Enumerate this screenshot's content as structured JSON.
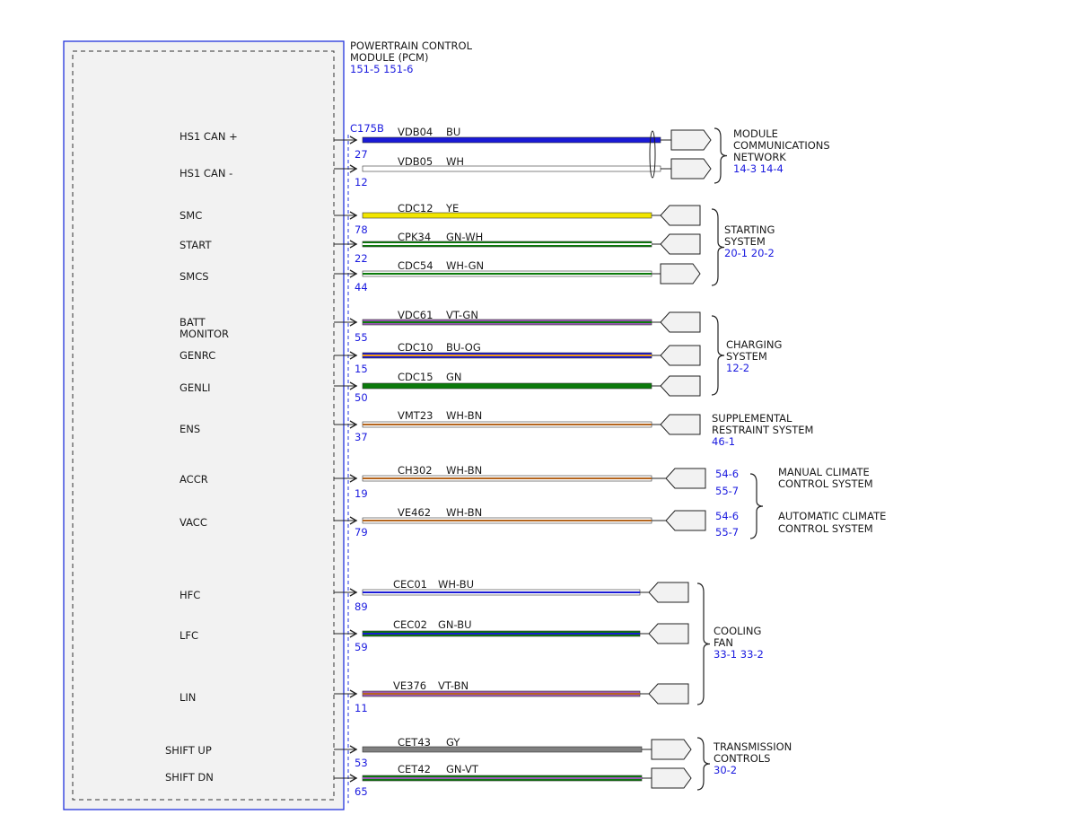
{
  "module": {
    "title_line1": "POWERTRAIN CONTROL",
    "title_line2": "MODULE (PCM)",
    "refs": "151-5  151-6",
    "connector": "C175B"
  },
  "colors": {
    "BU": "#1a1ad6",
    "WH": "#ffffff",
    "YE": "#f2e600",
    "GN": "#0b7a0b",
    "VT": "#9b59b6",
    "OG": "#f39c12",
    "BN": "#b5651d",
    "GY": "#808080",
    "PK": "#ee66cc",
    "outline": "#222222",
    "ref": "#1a1adf",
    "module_border": "#2233dd",
    "module_fill": "#f2f2f2"
  },
  "signals": [
    {
      "label": "HS1 CAN +"
    },
    {
      "label": "HS1 CAN -"
    },
    {
      "label": "SMC"
    },
    {
      "label": "START"
    },
    {
      "label": "SMCS"
    },
    {
      "label": "BATT",
      "label2": "MONITOR"
    },
    {
      "label": "GENRC"
    },
    {
      "label": "GENLI"
    },
    {
      "label": "ENS"
    },
    {
      "label": "ACCR"
    },
    {
      "label": "VACC"
    },
    {
      "label": "HFC"
    },
    {
      "label": "LFC"
    },
    {
      "label": "LIN"
    },
    {
      "label": "SHIFT UP"
    },
    {
      "label": "SHIFT DN"
    }
  ],
  "wires": [
    {
      "circuit": "VDB04",
      "color": "BU",
      "pin": "27"
    },
    {
      "circuit": "VDB05",
      "color": "WH",
      "pin": "12"
    },
    {
      "circuit": "CDC12",
      "color": "YE",
      "pin": "78"
    },
    {
      "circuit": "CPK34",
      "color": "GN-WH",
      "pin": "22"
    },
    {
      "circuit": "CDC54",
      "color": "WH-GN",
      "pin": "44"
    },
    {
      "circuit": "VDC61",
      "color": "VT-GN",
      "pin": "55"
    },
    {
      "circuit": "CDC10",
      "color": "BU-OG",
      "pin": "15"
    },
    {
      "circuit": "CDC15",
      "color": "GN",
      "pin": "50"
    },
    {
      "circuit": "VMT23",
      "color": "WH-BN",
      "pin": "37"
    },
    {
      "circuit": "CH302",
      "color": "WH-BN",
      "pin": "19"
    },
    {
      "circuit": "VE462",
      "color": "WH-BN",
      "pin": "79"
    },
    {
      "circuit": "CEC01",
      "color": "WH-BU",
      "pin": "89"
    },
    {
      "circuit": "CEC02",
      "color": "GN-BU",
      "pin": "59"
    },
    {
      "circuit": "VE376",
      "color": "VT-BN",
      "pin": "11"
    },
    {
      "circuit": "CET43",
      "color": "GY",
      "pin": "53"
    },
    {
      "circuit": "CET42",
      "color": "GN-VT",
      "pin": "65"
    }
  ],
  "destinations": [
    {
      "line1": "MODULE",
      "line2": "COMMUNICATIONS",
      "line3": "NETWORK",
      "refs": "14-3    14-4"
    },
    {
      "line1": "STARTING",
      "line2": "SYSTEM",
      "refs": "20-1    20-2"
    },
    {
      "line1": "CHARGING",
      "line2": "SYSTEM",
      "refs": "12-2"
    },
    {
      "line1": "SUPPLEMENTAL",
      "line2": "RESTRAINT SYSTEM",
      "refs": "46-1"
    },
    {
      "line1": "MANUAL CLIMATE",
      "line2": "CONTROL SYSTEM",
      "ref_a": "54-6",
      "ref_b": "55-7"
    },
    {
      "line1": "AUTOMATIC CLIMATE",
      "line2": "CONTROL SYSTEM",
      "ref_a": "54-6",
      "ref_b": "55-7"
    },
    {
      "line1": "COOLING",
      "line2": "FAN",
      "refs": "33-1    33-2"
    },
    {
      "line1": "TRANSMISSION",
      "line2": "CONTROLS",
      "refs": "30-2"
    }
  ]
}
